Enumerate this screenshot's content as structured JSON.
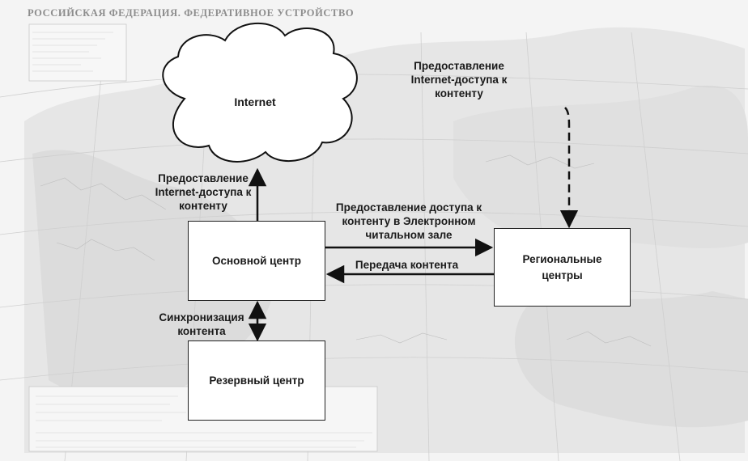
{
  "map": {
    "title": "РОССИЙСКАЯ ФЕДЕРАЦИЯ. ФЕДЕРАТИВНОЕ УСТРОЙСТВО"
  },
  "nodes": {
    "internet": "Internet",
    "main_center": "Основной центр",
    "regional_centers_line1": "Региональные",
    "regional_centers_line2": "центры",
    "reserve_center": "Резервный центр"
  },
  "edges": {
    "main_to_internet": [
      "Предоставление",
      "Internet-доступа к",
      "контенту"
    ],
    "regional_internet": [
      "Предоставление",
      "Internet-доступа к",
      "контенту"
    ],
    "main_to_regional": [
      "Предоставление доступа к",
      "контенту в Электронном",
      "читальном зале"
    ],
    "regional_to_main": [
      "Передача контента"
    ],
    "main_reserve_sync": [
      "Синхронизация",
      "контента"
    ]
  }
}
